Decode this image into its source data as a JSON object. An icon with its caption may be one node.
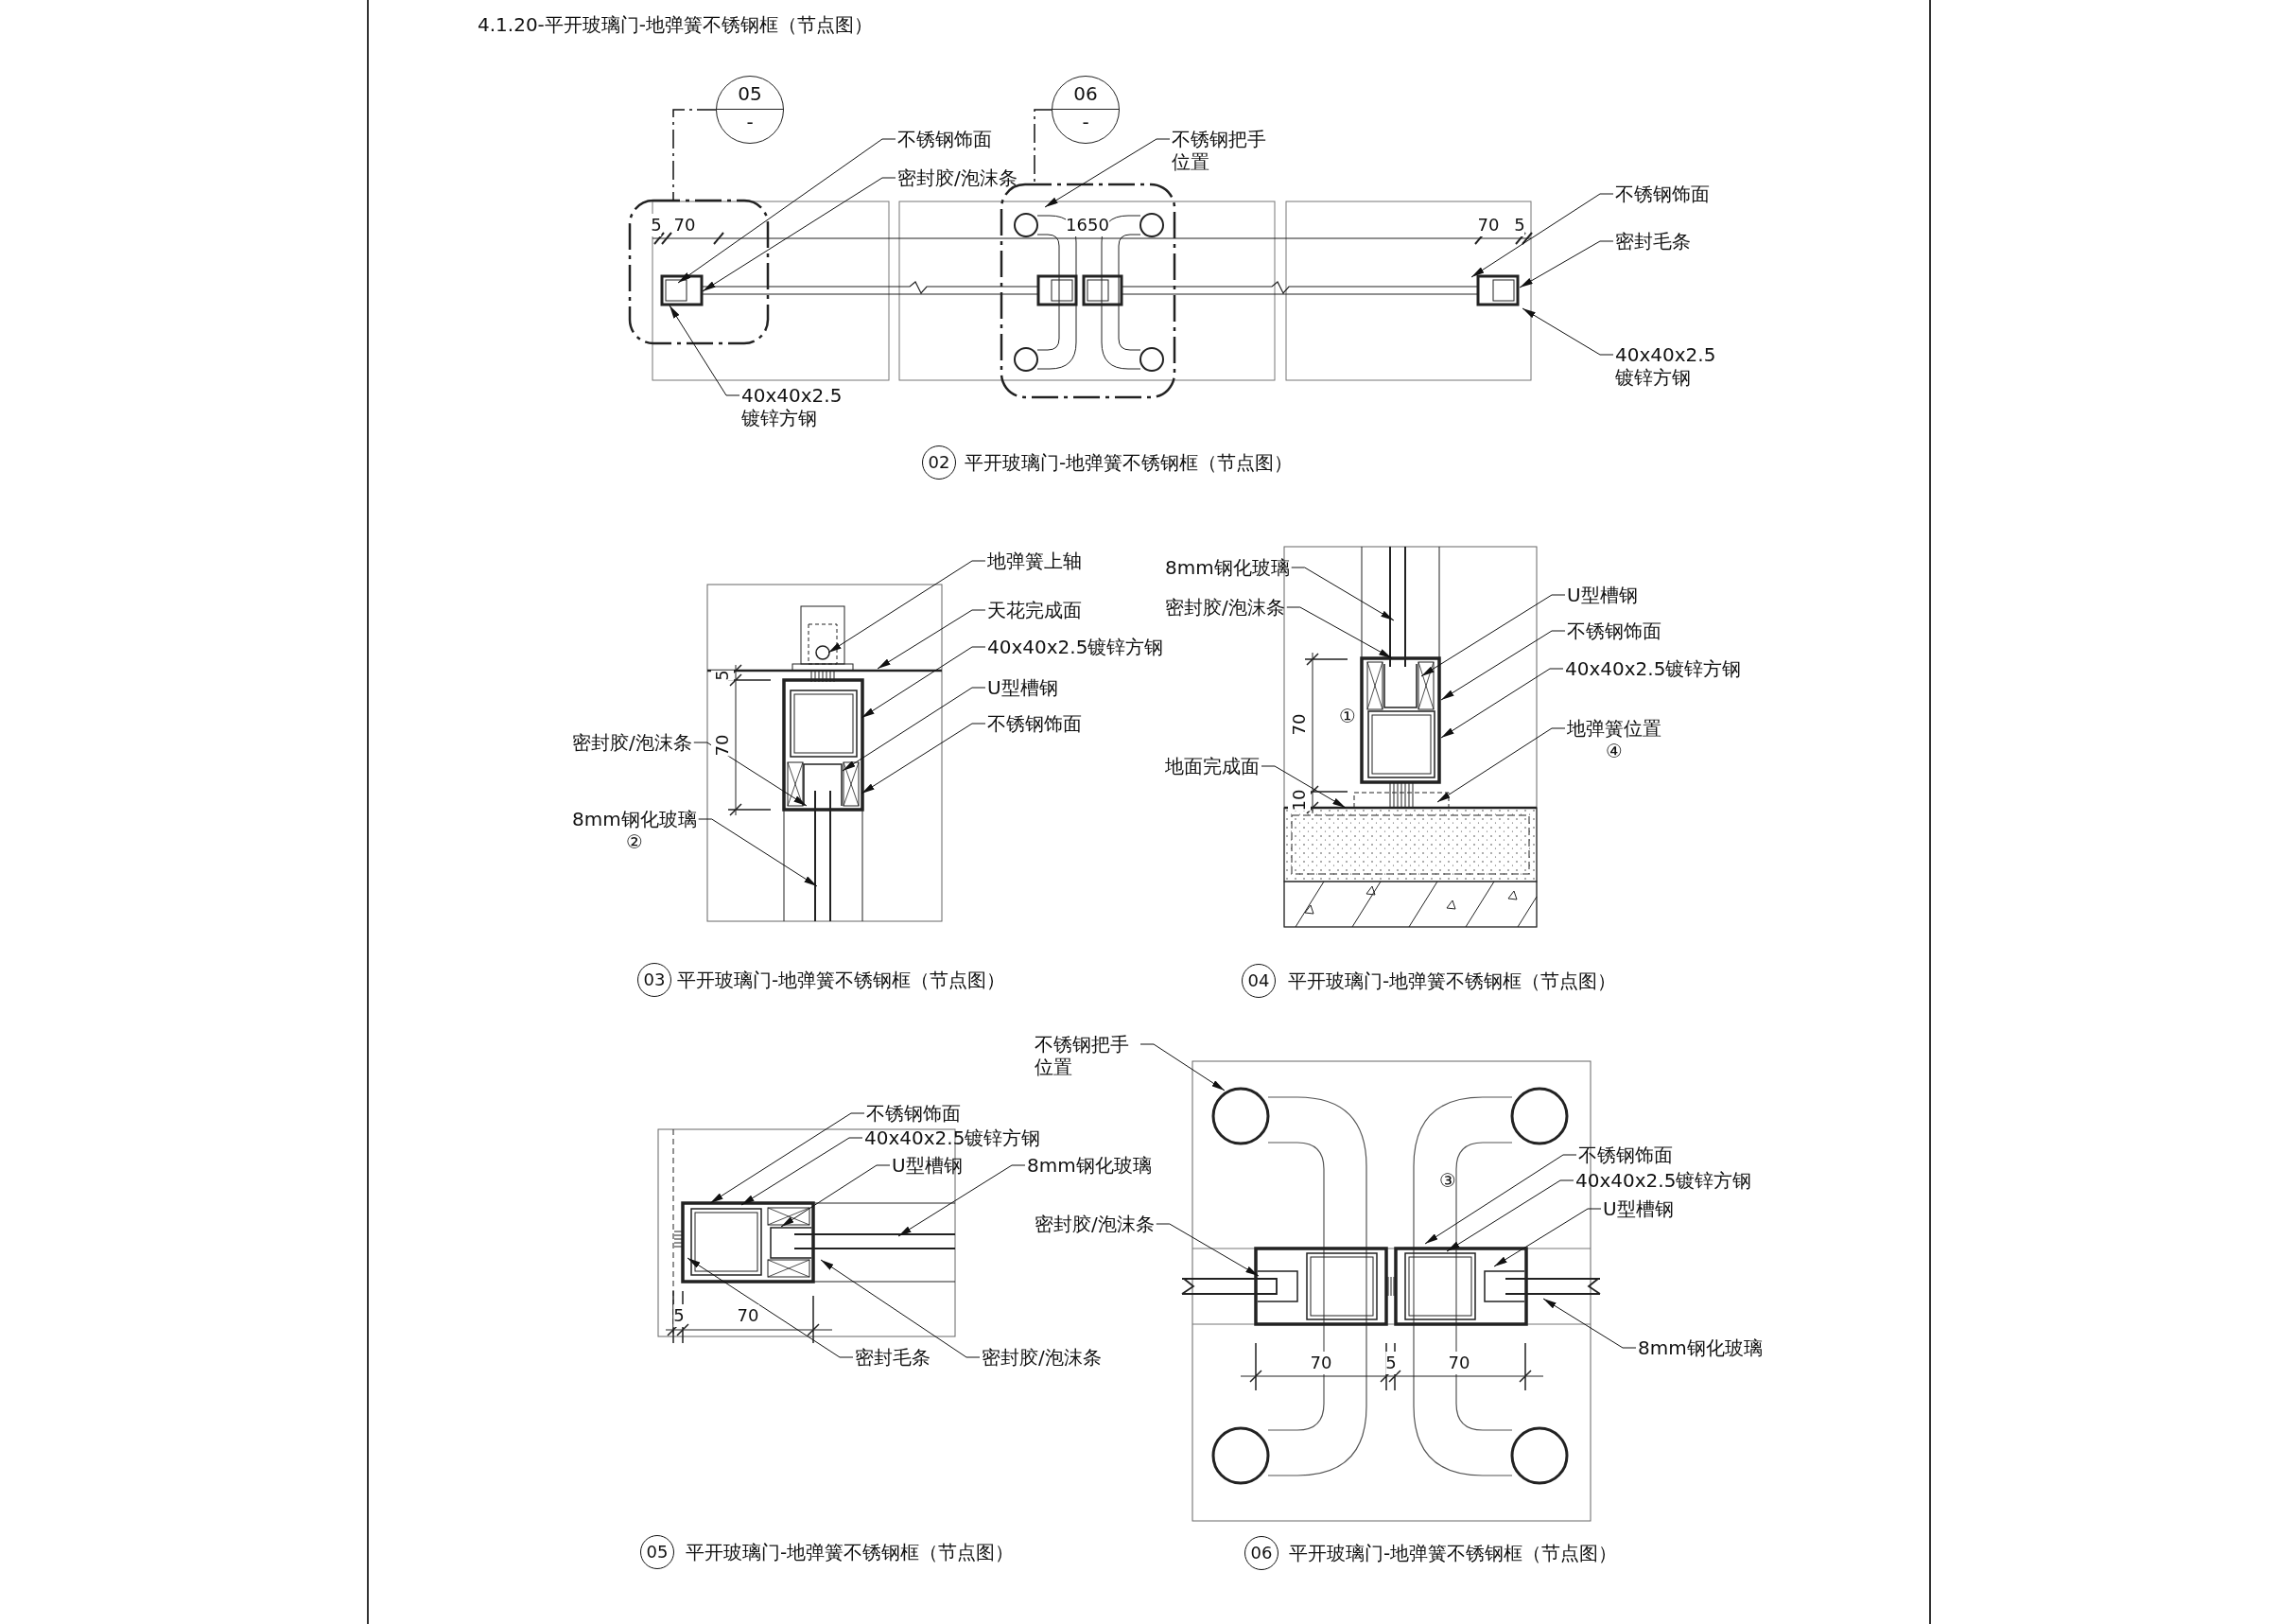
{
  "diagram": {
    "title": "4.1.20-平开玻璃门-地弹簧不锈钢框（节点图）",
    "nodes": [
      {
        "text": [
          "不锈钢饰面"
        ]
      },
      {
        "text": [
          "密封胶/泡沫条"
        ]
      },
      {
        "text": [
          "不锈钢把手位置"
        ]
      },
      {
        "text": [
          "40x40x2.5 镀锌方钢"
        ]
      },
      {
        "text": [
          "不锈钢饰面"
        ]
      },
      {
        "text": [
          "密封毛条"
        ]
      },
      {
        "text": [
          "40x40x2.5 镀锌方钢"
        ]
      },
      {
        "text": [
          "地弹簧上轴"
        ]
      },
      {
        "text": [
          "天花完成面"
        ]
      },
      {
        "text": [
          "40x40x2.5镀锌方钢"
        ]
      },
      {
        "text": [
          "U型槽钢"
        ]
      },
      {
        "text": [
          "不锈钢饰面"
        ]
      },
      {
        "text": [
          "密封胶/泡沫条"
        ]
      },
      {
        "text": [
          "8mm钢化玻璃",
          "②"
        ]
      },
      {
        "text": [
          "8mm钢化玻璃"
        ]
      },
      {
        "text": [
          "密封胶/泡沫条"
        ]
      },
      {
        "text": [
          "U型槽钢"
        ]
      },
      {
        "text": [
          "不锈钢饰面"
        ]
      },
      {
        "text": [
          "40x40x2.5镀锌方钢"
        ]
      },
      {
        "text": [
          "地弹簧位置",
          "④"
        ]
      },
      {
        "text": [
          "地面完成面"
        ]
      },
      {
        "text": [
          "不锈钢饰面"
        ]
      },
      {
        "text": [
          "40x40x2.5镀锌方钢"
        ]
      },
      {
        "text": [
          "U型槽钢"
        ]
      },
      {
        "text": [
          "8mm钢化玻璃"
        ]
      },
      {
        "text": [
          "密封毛条"
        ]
      },
      {
        "text": [
          "密封胶/泡沫条"
        ]
      },
      {
        "text": [
          "不锈钢把手位置"
        ]
      },
      {
        "text": [
          "密封胶/泡沫条"
        ]
      },
      {
        "text": [
          "不锈钢饰面"
        ]
      },
      {
        "text": [
          "40x40x2.5镀锌方钢"
        ]
      },
      {
        "text": [
          "U型槽钢"
        ]
      },
      {
        "text": [
          "8mm钢化玻璃"
        ]
      },
      {
        "text": [],
        "shape": "picture"
      },
      {
        "text": [],
        "shape": "picture"
      },
      {
        "text": [],
        "shape": "picture"
      },
      {
        "text": [],
        "shape": "picture"
      },
      {
        "text": [],
        "shape": "picture"
      },
      {
        "text": [
          "05",
          "-"
        ]
      },
      {
        "text": [
          "06",
          "-"
        ]
      }
    ],
    "edges": [
      {
        "from": 0,
        "to": 33,
        "arrow": "to"
      },
      {
        "from": 1,
        "to": 33,
        "arrow": "to"
      },
      {
        "from": 2,
        "to": 33,
        "arrow": "to"
      },
      {
        "from": 3,
        "to": 33,
        "arrow": "to"
      },
      {
        "from": 4,
        "to": 33,
        "arrow": "to"
      },
      {
        "from": 5,
        "to": 33,
        "arrow": "to"
      },
      {
        "from": 6,
        "to": 33,
        "arrow": "to"
      },
      {
        "from": 7,
        "to": 34,
        "arrow": "to"
      },
      {
        "from": 8,
        "to": 34,
        "arrow": "to"
      },
      {
        "from": 9,
        "to": 34,
        "arrow": "to"
      },
      {
        "from": 10,
        "to": 34,
        "arrow": "to"
      },
      {
        "from": 11,
        "to": 34,
        "arrow": "to"
      },
      {
        "from": 12,
        "to": 34,
        "arrow": "to"
      },
      {
        "from": 13,
        "to": 34,
        "arrow": "to"
      },
      {
        "from": 14,
        "to": 35,
        "arrow": "to"
      },
      {
        "from": 15,
        "to": 35,
        "arrow": "to"
      },
      {
        "from": 16,
        "to": 35,
        "arrow": "to"
      },
      {
        "from": 17,
        "to": 35,
        "arrow": "to"
      },
      {
        "from": 18,
        "to": 35,
        "arrow": "to"
      },
      {
        "from": 19,
        "to": 35,
        "arrow": "to"
      },
      {
        "from": 20,
        "to": 35,
        "arrow": "to"
      },
      {
        "from": 21,
        "to": 36,
        "arrow": "to"
      },
      {
        "from": 22,
        "to": 36,
        "arrow": "to"
      },
      {
        "from": 23,
        "to": 36,
        "arrow": "to"
      },
      {
        "from": 24,
        "to": 36,
        "arrow": "to"
      },
      {
        "from": 25,
        "to": 36,
        "arrow": "to"
      },
      {
        "from": 26,
        "to": 36,
        "arrow": "to"
      },
      {
        "from": 27,
        "to": 37,
        "arrow": "to"
      },
      {
        "from": 28,
        "to": 37,
        "arrow": "to"
      },
      {
        "from": 29,
        "to": 37,
        "arrow": "to"
      },
      {
        "from": 30,
        "to": 37,
        "arrow": "to"
      },
      {
        "from": 31,
        "to": 37,
        "arrow": "to"
      },
      {
        "from": 32,
        "to": 37,
        "arrow": "to"
      },
      {
        "from": 38,
        "to": 33,
        "arrow": "none",
        "style": "dashed"
      },
      {
        "from": 39,
        "to": 33,
        "arrow": "none",
        "style": "dashed"
      }
    ],
    "labels": [
      "5",
      "70",
      "1650",
      "70",
      "5",
      "02",
      "平开玻璃门-地弹簧不锈钢框（节点图）",
      "5",
      "70",
      "03",
      "平开玻璃门-地弹簧不锈钢框（节点图）",
      "①",
      "70",
      "10",
      "04",
      "平开玻璃门-地弹簧不锈钢框（节点图）",
      "5",
      "70",
      "05",
      "平开玻璃门-地弹簧不锈钢框（节点图）",
      "③",
      "70",
      "5",
      "70",
      "06",
      "平开玻璃门-地弹簧不锈钢框（节点图）"
    ]
  }
}
